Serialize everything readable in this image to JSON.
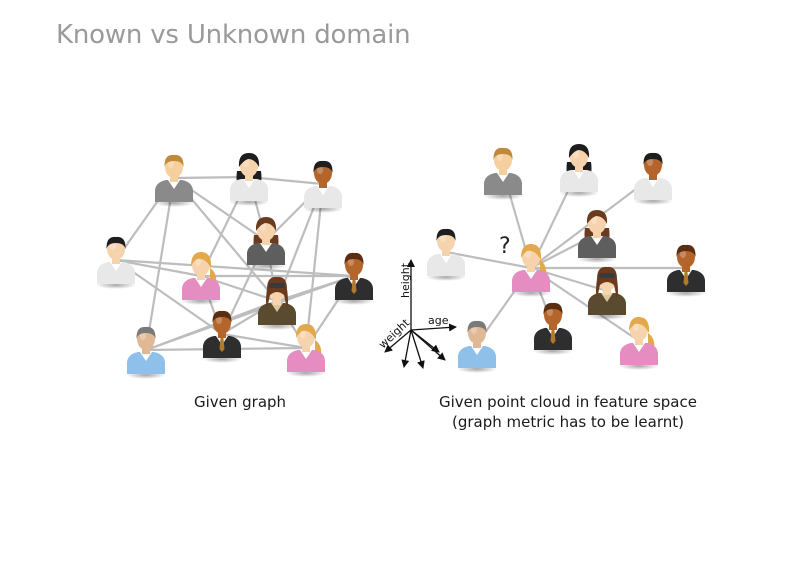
{
  "title": "Known vs Unknown domain",
  "left_caption": "Given graph",
  "right_caption_line1": "Given point cloud in feature space",
  "right_caption_line2": "(graph metric has to be learnt)",
  "axis_labels": {
    "height": "height",
    "age": "age",
    "weight": "weight"
  },
  "question_mark": "?",
  "colors": {
    "title": "#9a9a9a",
    "edge": "#bdbdbd",
    "skin_light": "#f6d3ad",
    "skin_dark": "#b3652c",
    "shirt_white": "#e8e8e8",
    "shirt_grey": "#7a7a7a",
    "shirt_pink": "#e58cc0",
    "shirt_blue": "#8fc0ea",
    "suit_black": "#2e2e2e",
    "jacket_olive": "#5a4a30"
  },
  "graph_people": [
    {
      "id": "L1",
      "skin": "#f5cf9e",
      "hair": "#c08a3a",
      "hairStyle": "short",
      "shirt": "#8a8a8a",
      "collar": "#ffffff",
      "tie": false
    },
    {
      "id": "L2",
      "skin": "#f6d3ad",
      "hair": "#1e1e1e",
      "hairStyle": "long",
      "shirt": "#e8e8e8",
      "collar": "#ffffff",
      "tie": false
    },
    {
      "id": "L3",
      "skin": "#b3652c",
      "hair": "#1e1e1e",
      "hairStyle": "short",
      "shirt": "#e8e8e8",
      "collar": "#ffffff",
      "tie": false
    },
    {
      "id": "L4",
      "skin": "#f6d3ad",
      "hair": "#1e1e1e",
      "hairStyle": "short",
      "shirt": "#e8e8e8",
      "collar": "#ffffff",
      "tie": false
    },
    {
      "id": "L5",
      "skin": "#f6d3ad",
      "hair": "#6b3b1f",
      "hairStyle": "long",
      "shirt": "#5e5e5e",
      "collar": "#ffffff",
      "tie": false
    },
    {
      "id": "L6",
      "skin": "#f6d3ad",
      "hair": "#e2a84a",
      "hairStyle": "pony",
      "shirt": "#e58cc0",
      "collar": "#ffffff",
      "tie": false
    },
    {
      "id": "L7",
      "skin": "#f6d3ad",
      "hair": "#6b3b1f",
      "hairStyle": "goggles",
      "shirt": "#5a4a30",
      "collar": "#d8c8a0",
      "tie": false
    },
    {
      "id": "L8",
      "skin": "#b3652c",
      "hair": "#5a2e10",
      "hairStyle": "short",
      "shirt": "#2e2e2e",
      "collar": "#ffffff",
      "tie": true
    },
    {
      "id": "L9",
      "skin": "#e0b896",
      "hair": "#7a7a7a",
      "hairStyle": "short",
      "shirt": "#8fc0ea",
      "collar": "#ffffff",
      "tie": false
    },
    {
      "id": "L10",
      "skin": "#b3652c",
      "hair": "#5a2e10",
      "hairStyle": "short",
      "shirt": "#2e2e2e",
      "collar": "#ffffff",
      "tie": true
    },
    {
      "id": "L11",
      "skin": "#f6d3ad",
      "hair": "#e2a84a",
      "hairStyle": "pony",
      "shirt": "#e58cc0",
      "collar": "#ffffff",
      "tie": false
    }
  ],
  "graph_edges": [
    [
      "L1",
      "L2"
    ],
    [
      "L1",
      "L4"
    ],
    [
      "L1",
      "L9"
    ],
    [
      "L1",
      "L5"
    ],
    [
      "L1",
      "L7"
    ],
    [
      "L2",
      "L3"
    ],
    [
      "L2",
      "L6"
    ],
    [
      "L2",
      "L5"
    ],
    [
      "L3",
      "L5"
    ],
    [
      "L3",
      "L7"
    ],
    [
      "L3",
      "L11"
    ],
    [
      "L4",
      "L6"
    ],
    [
      "L4",
      "L8"
    ],
    [
      "L4",
      "L10"
    ],
    [
      "L5",
      "L7"
    ],
    [
      "L6",
      "L7"
    ],
    [
      "L6",
      "L8"
    ],
    [
      "L6",
      "L10"
    ],
    [
      "L5",
      "L10"
    ],
    [
      "L7",
      "L8"
    ],
    [
      "L7",
      "L9"
    ],
    [
      "L7",
      "L10"
    ],
    [
      "L7",
      "L11"
    ],
    [
      "L8",
      "L9"
    ],
    [
      "L8",
      "L11"
    ],
    [
      "L9",
      "L11"
    ],
    [
      "L10",
      "L11"
    ]
  ],
  "cloud_people": [
    {
      "id": "R1",
      "skin": "#f5cf9e",
      "hair": "#c08a3a",
      "hairStyle": "short",
      "shirt": "#8a8a8a",
      "collar": "#ffffff",
      "tie": false
    },
    {
      "id": "R2",
      "skin": "#f6d3ad",
      "hair": "#1e1e1e",
      "hairStyle": "long",
      "shirt": "#e8e8e8",
      "collar": "#ffffff",
      "tie": false
    },
    {
      "id": "R3",
      "skin": "#b3652c",
      "hair": "#1e1e1e",
      "hairStyle": "short",
      "shirt": "#e8e8e8",
      "collar": "#ffffff",
      "tie": false
    },
    {
      "id": "R4",
      "skin": "#f6d3ad",
      "hair": "#1e1e1e",
      "hairStyle": "short",
      "shirt": "#e8e8e8",
      "collar": "#ffffff",
      "tie": false
    },
    {
      "id": "R5",
      "skin": "#f6d3ad",
      "hair": "#6b3b1f",
      "hairStyle": "long",
      "shirt": "#5e5e5e",
      "collar": "#ffffff",
      "tie": false
    },
    {
      "id": "R6",
      "skin": "#f6d3ad",
      "hair": "#e2a84a",
      "hairStyle": "pony",
      "shirt": "#e58cc0",
      "collar": "#ffffff",
      "tie": false
    },
    {
      "id": "R7",
      "skin": "#b3652c",
      "hair": "#5a2e10",
      "hairStyle": "short",
      "shirt": "#2e2e2e",
      "collar": "#ffffff",
      "tie": true
    },
    {
      "id": "R8",
      "skin": "#f6d3ad",
      "hair": "#6b3b1f",
      "hairStyle": "goggles",
      "shirt": "#5a4a30",
      "collar": "#d8c8a0",
      "tie": false
    },
    {
      "id": "R9",
      "skin": "#e0b896",
      "hair": "#7a7a7a",
      "hairStyle": "short",
      "shirt": "#8fc0ea",
      "collar": "#ffffff",
      "tie": false
    },
    {
      "id": "R10",
      "skin": "#b3652c",
      "hair": "#5a2e10",
      "hairStyle": "short",
      "shirt": "#2e2e2e",
      "collar": "#ffffff",
      "tie": true
    },
    {
      "id": "R11",
      "skin": "#f6d3ad",
      "hair": "#e2a84a",
      "hairStyle": "pony",
      "shirt": "#e58cc0",
      "collar": "#ffffff",
      "tie": false
    }
  ],
  "cloud_hub": "R6",
  "cloud_edges": [
    [
      "R6",
      "R1"
    ],
    [
      "R6",
      "R2"
    ],
    [
      "R6",
      "R3"
    ],
    [
      "R6",
      "R4"
    ],
    [
      "R6",
      "R5"
    ],
    [
      "R6",
      "R7"
    ],
    [
      "R6",
      "R8"
    ],
    [
      "R6",
      "R9"
    ],
    [
      "R6",
      "R10"
    ],
    [
      "R6",
      "R11"
    ]
  ]
}
